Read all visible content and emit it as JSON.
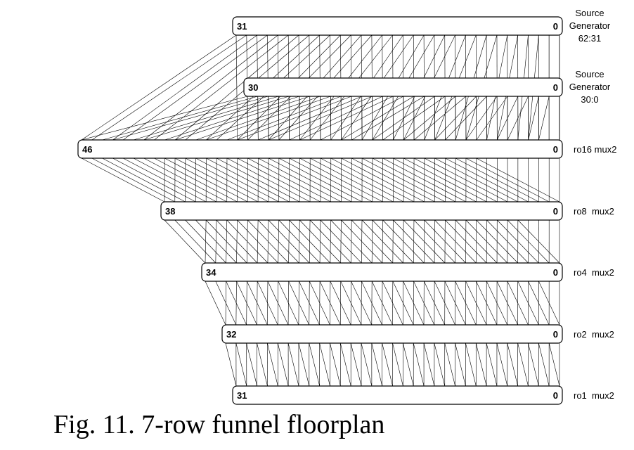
{
  "rows": [
    {
      "id": "sg-hi",
      "hi": "31",
      "lo": "0",
      "label": [
        "Source",
        "Generator",
        "62:31"
      ]
    },
    {
      "id": "sg-lo",
      "hi": "30",
      "lo": "0",
      "label": [
        "Source",
        "Generator",
        "30:0"
      ]
    },
    {
      "id": "ro16",
      "hi": "46",
      "lo": "0",
      "label": [
        "ro16 mux2"
      ]
    },
    {
      "id": "ro8",
      "hi": "38",
      "lo": "0",
      "label": [
        "ro8  mux2"
      ]
    },
    {
      "id": "ro4",
      "hi": "34",
      "lo": "0",
      "label": [
        "ro4  mux2"
      ]
    },
    {
      "id": "ro2",
      "hi": "32",
      "lo": "0",
      "label": [
        "ro2  mux2"
      ]
    },
    {
      "id": "ro1",
      "hi": "31",
      "lo": "0",
      "label": [
        "ro1  mux2"
      ]
    }
  ],
  "caption": "Fig. 11. 7-row funnel floorplan"
}
